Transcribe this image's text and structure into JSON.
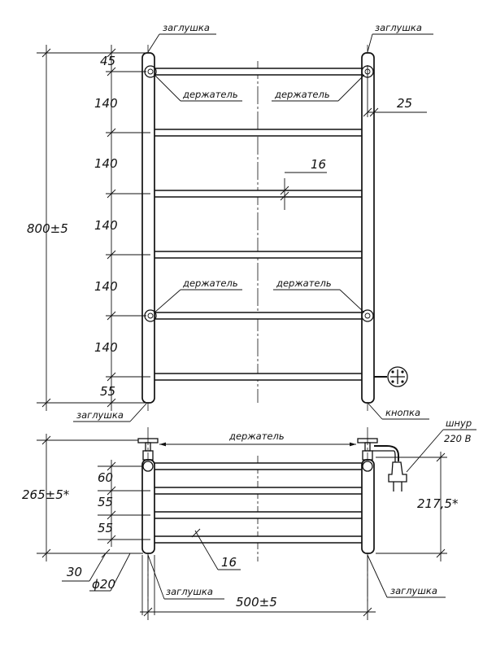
{
  "labels": {
    "cap": "заглушка",
    "holder": "держатель",
    "button": "кнопка",
    "cord": "шнур",
    "voltage": "220 В"
  },
  "front_view": {
    "overall_height": "800±5",
    "segments": [
      "45",
      "140",
      "140",
      "140",
      "140",
      "140",
      "55"
    ],
    "bar_diameter": "16",
    "pipe_offset": "25"
  },
  "bottom_view": {
    "overall_depth": "265±5*",
    "segments": [
      "60",
      "55",
      "55"
    ],
    "cord_height": "217,5*",
    "bar_diameter": "16",
    "wall_gap": "30",
    "pipe_diameter": "ϕ20",
    "overall_width": "500±5"
  }
}
